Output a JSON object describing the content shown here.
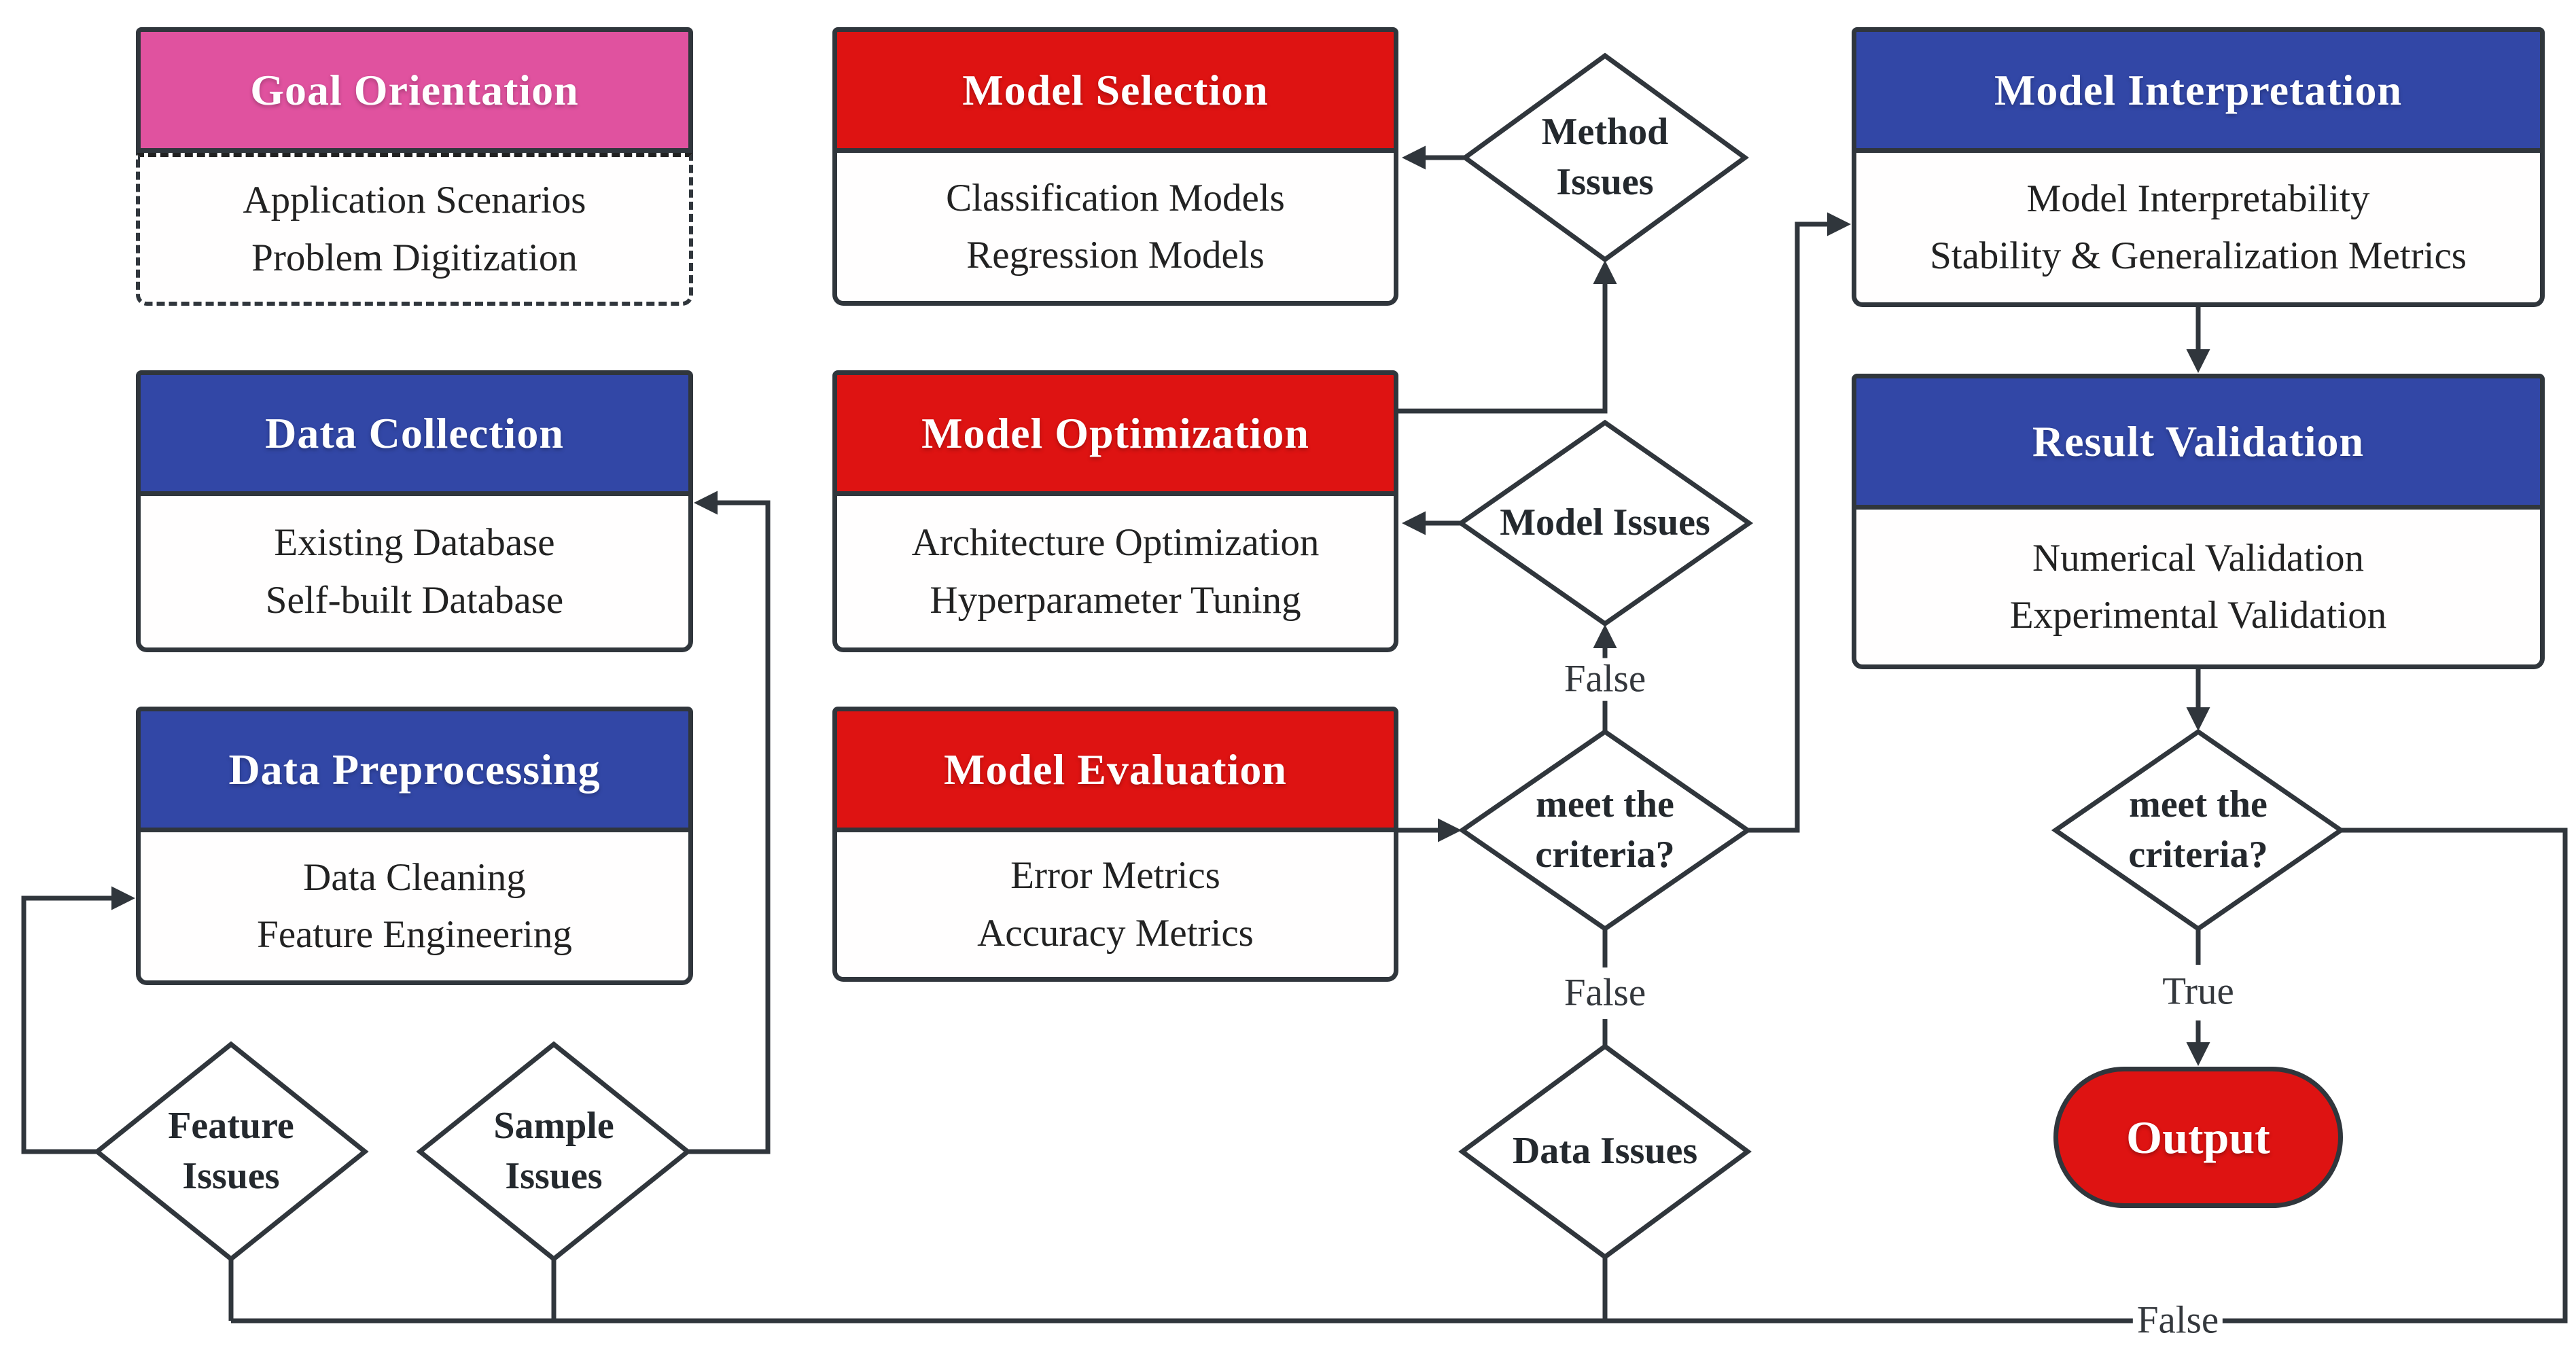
{
  "colors": {
    "pink": "#E0529F",
    "blue": "#3247A6",
    "red": "#DE1312",
    "line": "#30363C",
    "text": "#1E2228"
  },
  "stages": {
    "goal_orientation": {
      "title": "Goal Orientation",
      "items": [
        "Application Scenarios",
        "Problem Digitization"
      ]
    },
    "data_collection": {
      "title": "Data Collection",
      "items": [
        "Existing Database",
        "Self-built Database"
      ]
    },
    "data_preprocessing": {
      "title": "Data Preprocessing",
      "items": [
        "Data Cleaning",
        "Feature Engineering"
      ]
    },
    "model_selection": {
      "title": "Model Selection",
      "items": [
        "Classification Models",
        "Regression Models"
      ]
    },
    "model_optimization": {
      "title": "Model Optimization",
      "items": [
        "Architecture Optimization",
        "Hyperparameter Tuning"
      ]
    },
    "model_evaluation": {
      "title": "Model Evaluation",
      "items": [
        "Error Metrics",
        "Accuracy Metrics"
      ]
    },
    "model_interpretation": {
      "title": "Model Interpretation",
      "items": [
        "Model Interpretability",
        "Stability & Generalization Metrics"
      ]
    },
    "result_validation": {
      "title": "Result Validation",
      "items": [
        "Numerical Validation",
        "Experimental Validation"
      ]
    }
  },
  "decisions": {
    "method_issues": {
      "line1": "Method",
      "line2": "Issues"
    },
    "model_issues": {
      "line1": "Model Issues"
    },
    "criteria_mid": {
      "line1": "meet the",
      "line2": "criteria?"
    },
    "data_issues": {
      "line1": "Data Issues"
    },
    "feature_issues": {
      "line1": "Feature",
      "line2": "Issues"
    },
    "sample_issues": {
      "line1": "Sample",
      "line2": "Issues"
    },
    "criteria_right": {
      "line1": "meet the",
      "line2": "criteria?"
    }
  },
  "labels": {
    "false_model": "False",
    "false_data": "False",
    "true_output": "True",
    "false_loop": "False"
  },
  "terminal": {
    "output": "Output"
  }
}
